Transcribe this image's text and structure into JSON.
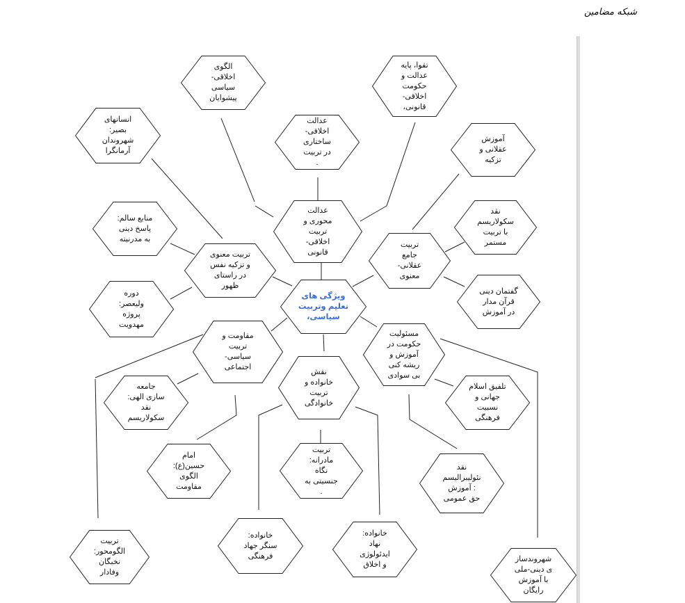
{
  "title": "شبکه مضامین",
  "center": "ویژگی های\nتعلیم وتربیت\nسیاسی،",
  "nodes": {
    "n1": "الگوی\nاخلاقی-\nسیاسی\nپیشوایان",
    "n2": "انسانهای\nبصیر:\nشهروندان\nآرمانگرا",
    "n3": "عدالت\nاخلاقی-\nساختاری\nدر تربیت\n.",
    "n4": "تقوا، پایه\nعدالت و\nحکومت\nاخلاقی-\nقانونی،",
    "n5": "آموزش\nعقلانی و\nتزکیه",
    "n6": "عدالت\nمحوری و\nتربیت\nاخلاقی-\nقانونی",
    "n7": "منابع سالم:\nپاسخ دینی\nبه مدرنیته",
    "n8": "تربیت معنوی\nو تزکیه نفس\nدر راستای\nظهور",
    "n9": "نقد\nسکولاریسم\nبا تربیت\nمستمر",
    "n10": "تربیت\nجامع\nعقلانی-\nمعنوی",
    "n12": "دوره\nولیعصر:\nپروژه\nمهدویت",
    "n13": "گفتمان دینی\nقرآن مدار\nدر آموزش",
    "n14": "مقاومت و\nتربیت\nسیاسی-\nاجتماعی",
    "n15": "مسئولیت\nحکومت در\nآموزش و\nریشه کنی\nبی سوادی",
    "n16": "نقش\nخانواده و\nتربیت\nخانوادگی",
    "n17": "جامعه\nسازی الهی:\nنقد\nسکولاریسم",
    "n18": "تلفیق اسلام\nجهانی و\nنسبیت\nفرهنگی",
    "n19": "امام\nحسین(ع):\nالگوی\nمقاومت",
    "n20": "تربیت\nمادرانه:\nنگاه\nجنسیتی به\n.",
    "n21": "نقد\nنئولیبرالیسم\n: آموزش\nحق عمومی",
    "n22": "تربیت\nالگومحور:\nنخبگان\nوفادار",
    "n23": "خانواده:\nسنگر جهاد\nفرهنگی",
    "n24": "خانواده:\nنهاد\nایدئولوژی\nو اخلاق",
    "n25": "شهروندساز\nی دینی-ملی\nبا آموزش\nرایگان"
  },
  "colors": {
    "center_text": "#3b6fd6",
    "stroke": "#222222"
  }
}
